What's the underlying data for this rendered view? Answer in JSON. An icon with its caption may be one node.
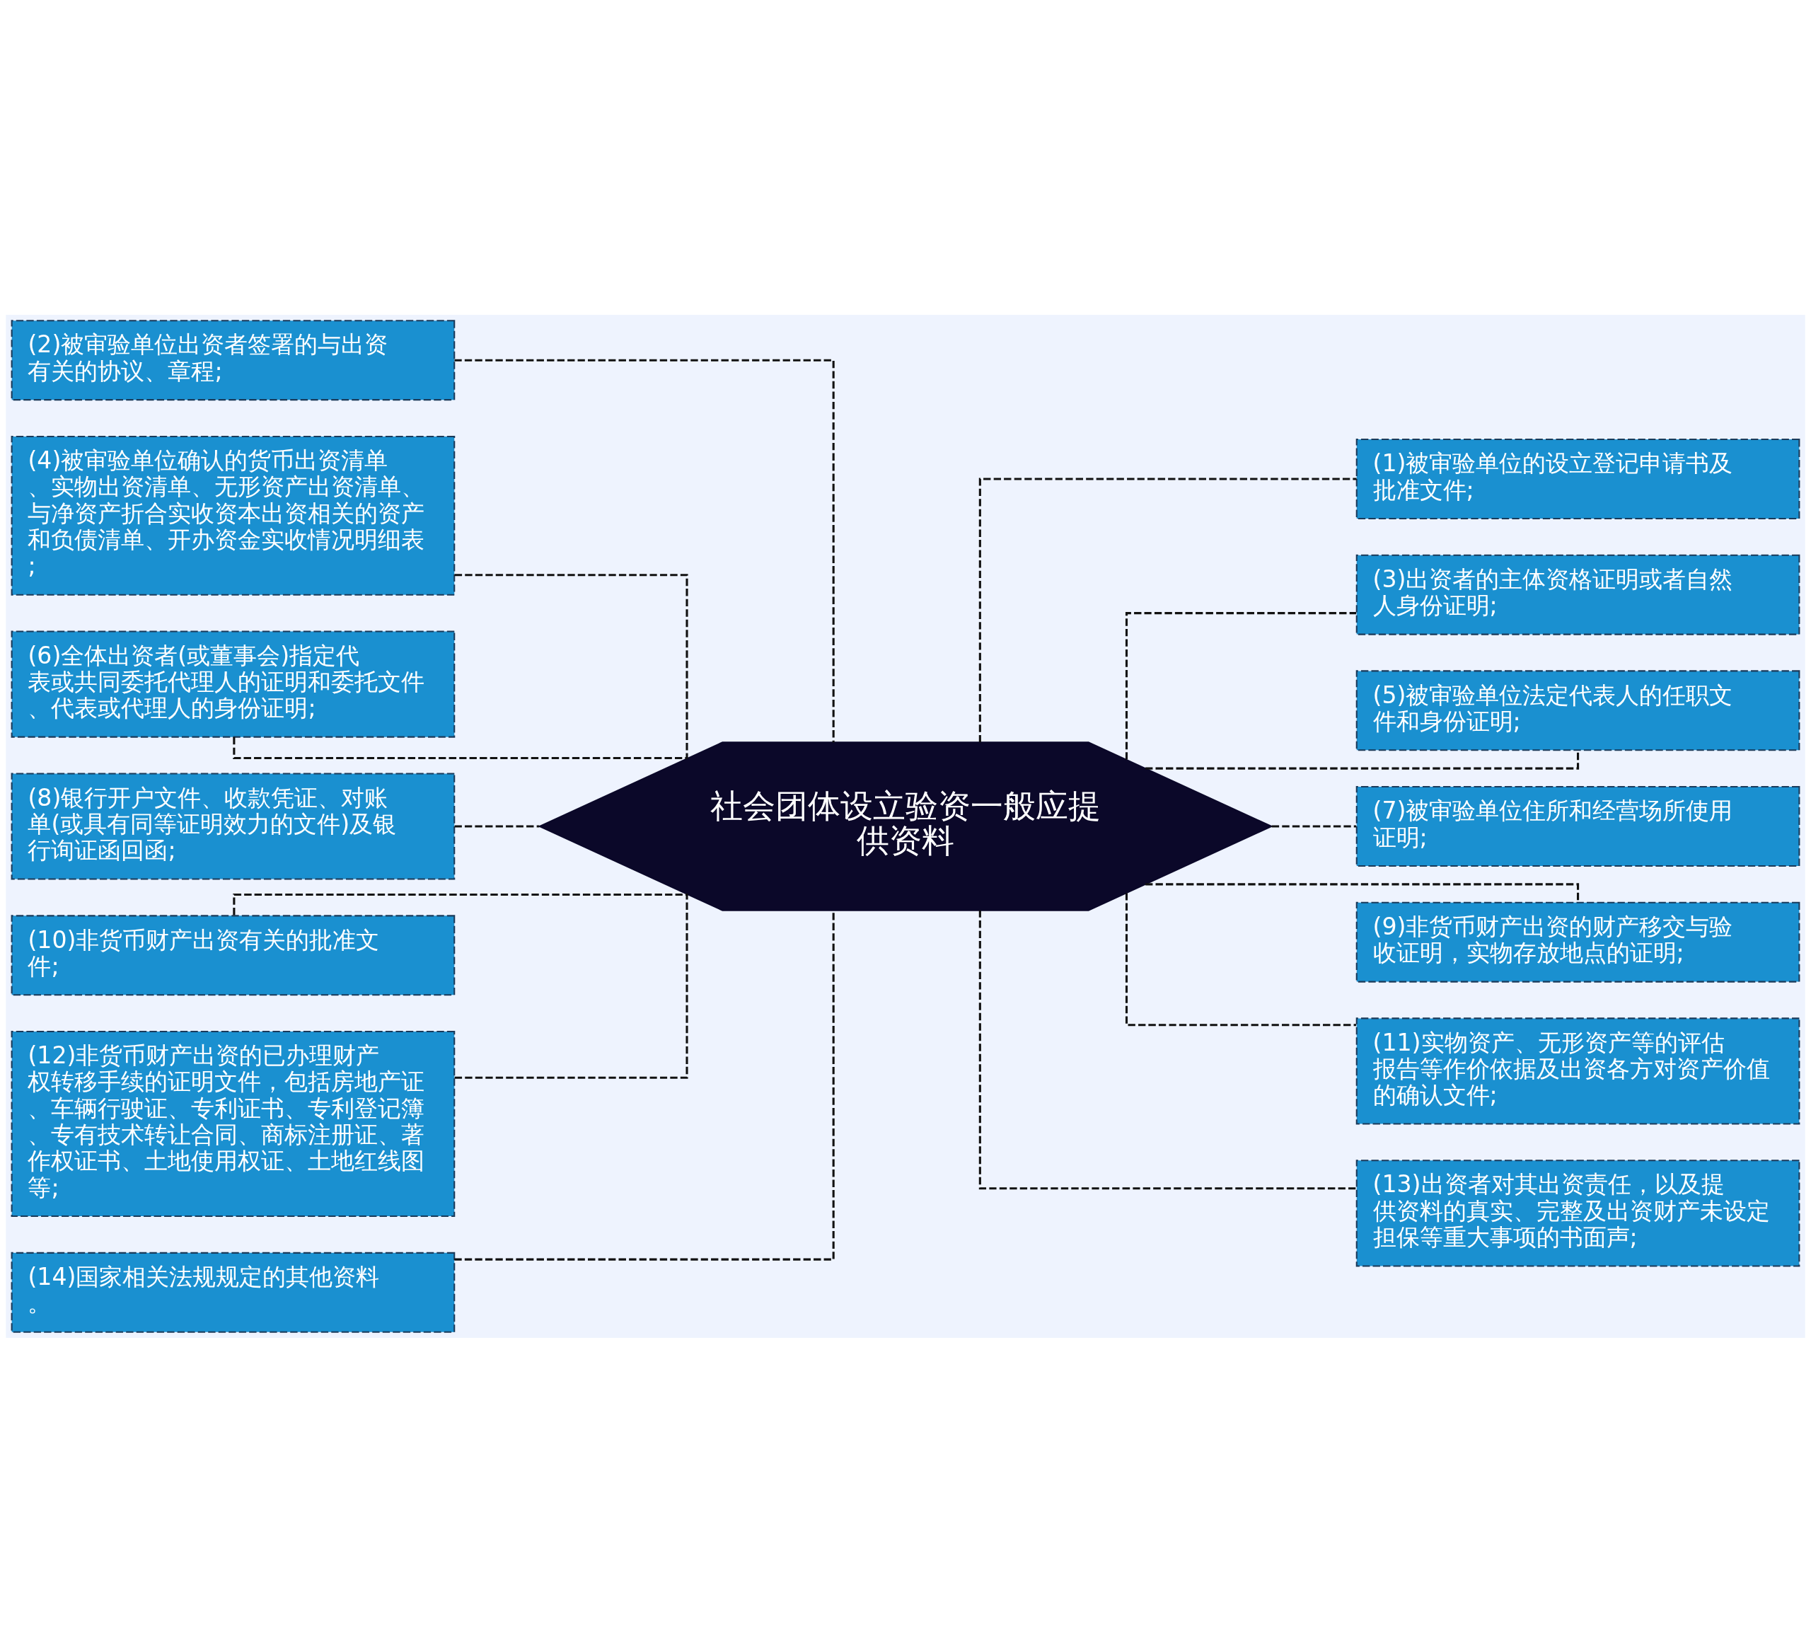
{
  "diagram": {
    "nodes": [
      {
        "text": [
          "社会团体设立验资一般应提供资料"
        ]
      },
      {
        "text": [
          "(2)被审验单位出资者签署的与出资有关的协议、章程;"
        ]
      },
      {
        "text": [
          "(4)被审验单位确认的货币出资清单、实物出资清单、无形资产出资清单、与净资产折合实收资本出资相关的资产和负债清单、开办资金实收情况明细表;"
        ]
      },
      {
        "text": [
          "(6)全体出资者(或董事会)指定代表或共同委托代理人的证明和委托文件、代表或代理人的身份证明;"
        ]
      },
      {
        "text": [
          "(8)银行开户文件、收款凭证、对账单(或具有同等证明效力的文件)及银行询证函回函;"
        ]
      },
      {
        "text": [
          "(10)非货币财产出资有关的批准文件;"
        ]
      },
      {
        "text": [
          "(12)非货币财产出资的已办理财产权转移手续的证明文件，包括房地产证、车辆行驶证、专利证书、专利登记簿、专有技术转让合同、商标注册证、著作权证书、土地使用权证、土地红线图等;"
        ]
      },
      {
        "text": [
          "(14)国家相关法规规定的其他资料。"
        ]
      },
      {
        "text": [
          "(1)被审验单位的设立登记申请书及批准文件;"
        ]
      },
      {
        "text": [
          "(3)出资者的主体资格证明或者自然人身份证明;"
        ]
      },
      {
        "text": [
          "(5)被审验单位法定代表人的任职文件和身份证明;"
        ]
      },
      {
        "text": [
          "(7)被审验单位住所和经营场所使用证明;"
        ]
      },
      {
        "text": [
          "(9)非货币财产出资的财产移交与验收证明，实物存放地点的证明;"
        ]
      },
      {
        "text": [
          "(11)实物资产、无形资产等的评估报告等作价依据及出资各方对资产价值的确认文件;"
        ]
      },
      {
        "text": [
          "(13)出资者对其出资责任，以及提供资料的真实、完整及出资财产未设定担保等重大事项的书面声;"
        ]
      }
    ],
    "edges": [
      {
        "from": 0,
        "to": 1,
        "arrow": "none",
        "style": "dashed"
      },
      {
        "from": 0,
        "to": 2,
        "arrow": "none",
        "style": "dashed"
      },
      {
        "from": 0,
        "to": 3,
        "arrow": "none",
        "style": "dashed"
      },
      {
        "from": 0,
        "to": 4,
        "arrow": "none",
        "style": "dashed"
      },
      {
        "from": 0,
        "to": 5,
        "arrow": "none",
        "style": "dashed"
      },
      {
        "from": 0,
        "to": 6,
        "arrow": "none",
        "style": "dashed"
      },
      {
        "from": 0,
        "to": 7,
        "arrow": "none",
        "style": "dashed"
      },
      {
        "from": 0,
        "to": 8,
        "arrow": "none",
        "style": "dashed"
      },
      {
        "from": 0,
        "to": 9,
        "arrow": "none",
        "style": "dashed"
      },
      {
        "from": 0,
        "to": 10,
        "arrow": "none",
        "style": "dashed"
      },
      {
        "from": 0,
        "to": 11,
        "arrow": "none",
        "style": "dashed"
      },
      {
        "from": 0,
        "to": 12,
        "arrow": "none",
        "style": "dashed"
      },
      {
        "from": 0,
        "to": 13,
        "arrow": "none",
        "style": "dashed"
      },
      {
        "from": 0,
        "to": 14,
        "arrow": "none",
        "style": "dashed"
      }
    ]
  }
}
